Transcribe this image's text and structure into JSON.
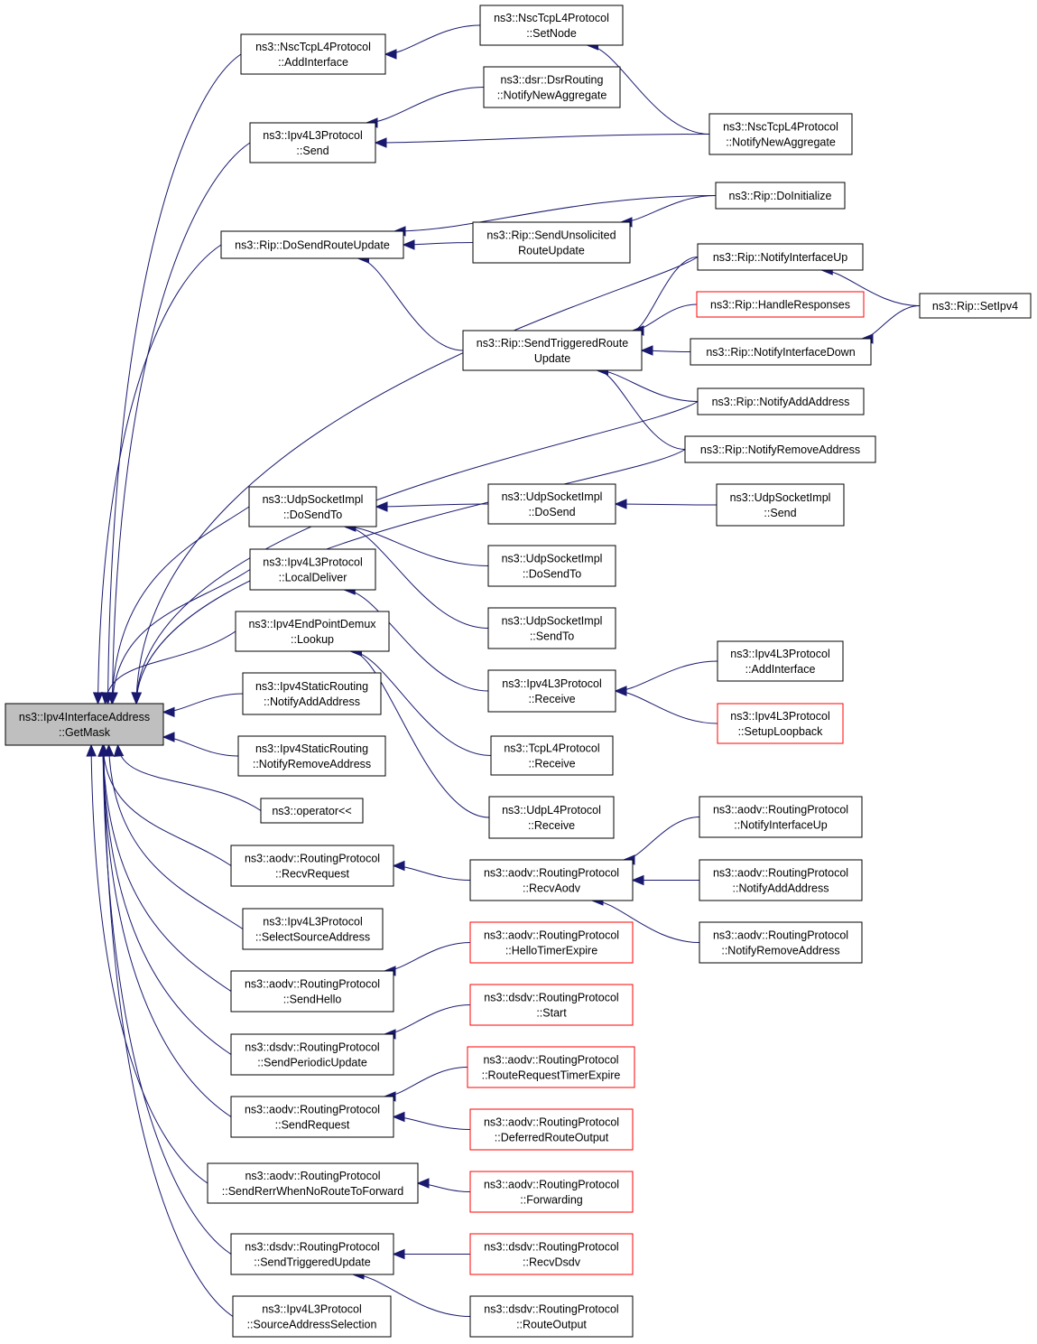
{
  "diagram": {
    "type": "doxygen-caller-graph",
    "colors": {
      "edge": "#191970",
      "root_fill": "#bfbfbf",
      "border": "#000000",
      "truncated_border": "#ff0000"
    },
    "nodes": [
      {
        "id": "getmask",
        "lines": [
          "ns3::Ipv4InterfaceAddress",
          "::GetMask"
        ],
        "style": "root"
      },
      {
        "id": "nsc_addif",
        "lines": [
          "ns3::NscTcpL4Protocol",
          "::AddInterface"
        ]
      },
      {
        "id": "nsc_setnode",
        "lines": [
          "ns3::NscTcpL4Protocol",
          "::SetNode"
        ]
      },
      {
        "id": "dsr_nna",
        "lines": [
          "ns3::dsr::DsrRouting",
          "::NotifyNewAggregate"
        ]
      },
      {
        "id": "nsc_nna",
        "lines": [
          "ns3::NscTcpL4Protocol",
          "::NotifyNewAggregate"
        ]
      },
      {
        "id": "ipv4l3_send",
        "lines": [
          "ns3::Ipv4L3Protocol",
          "::Send"
        ]
      },
      {
        "id": "rip_doinit",
        "lines": [
          "ns3::Rip::DoInitialize"
        ]
      },
      {
        "id": "rip_dsru",
        "lines": [
          "ns3::Rip::DoSendRouteUpdate"
        ]
      },
      {
        "id": "rip_sunsol",
        "lines": [
          "ns3::Rip::SendUnsolicited",
          "RouteUpdate"
        ]
      },
      {
        "id": "rip_niu",
        "lines": [
          "ns3::Rip::NotifyInterfaceUp"
        ]
      },
      {
        "id": "rip_setipv4",
        "lines": [
          "ns3::Rip::SetIpv4"
        ]
      },
      {
        "id": "rip_handle",
        "lines": [
          "ns3::Rip::HandleResponses"
        ],
        "style": "truncated"
      },
      {
        "id": "rip_strig",
        "lines": [
          "ns3::Rip::SendTriggeredRoute",
          "Update"
        ]
      },
      {
        "id": "rip_nid",
        "lines": [
          "ns3::Rip::NotifyInterfaceDown"
        ]
      },
      {
        "id": "rip_naa",
        "lines": [
          "ns3::Rip::NotifyAddAddress"
        ]
      },
      {
        "id": "rip_nra",
        "lines": [
          "ns3::Rip::NotifyRemoveAddress"
        ]
      },
      {
        "id": "udp_dosendto",
        "lines": [
          "ns3::UdpSocketImpl",
          "::DoSendTo"
        ]
      },
      {
        "id": "udp_dosend",
        "lines": [
          "ns3::UdpSocketImpl",
          "::DoSend"
        ]
      },
      {
        "id": "udp_send",
        "lines": [
          "ns3::UdpSocketImpl",
          "::Send"
        ]
      },
      {
        "id": "udp_dosendto2",
        "lines": [
          "ns3::UdpSocketImpl",
          "::DoSendTo"
        ]
      },
      {
        "id": "udp_sendto",
        "lines": [
          "ns3::UdpSocketImpl",
          "::SendTo"
        ]
      },
      {
        "id": "ipv4l3_ld",
        "lines": [
          "ns3::Ipv4L3Protocol",
          "::LocalDeliver"
        ]
      },
      {
        "id": "epd_lookup",
        "lines": [
          "ns3::Ipv4EndPointDemux",
          "::Lookup"
        ]
      },
      {
        "id": "ipv4l3_recv",
        "lines": [
          "ns3::Ipv4L3Protocol",
          "::Receive"
        ]
      },
      {
        "id": "ipv4l3_addif",
        "lines": [
          "ns3::Ipv4L3Protocol",
          "::AddInterface"
        ]
      },
      {
        "id": "ipv4l3_setlo",
        "lines": [
          "ns3::Ipv4L3Protocol",
          "::SetupLoopback"
        ],
        "style": "truncated"
      },
      {
        "id": "sr_naa",
        "lines": [
          "ns3::Ipv4StaticRouting",
          "::NotifyAddAddress"
        ]
      },
      {
        "id": "sr_nra",
        "lines": [
          "ns3::Ipv4StaticRouting",
          "::NotifyRemoveAddress"
        ]
      },
      {
        "id": "tcp_recv",
        "lines": [
          "ns3::TcpL4Protocol",
          "::Receive"
        ]
      },
      {
        "id": "op",
        "lines": [
          "ns3::operator<<"
        ]
      },
      {
        "id": "udpl4_recv",
        "lines": [
          "ns3::UdpL4Protocol",
          "::Receive"
        ]
      },
      {
        "id": "aodv_niu",
        "lines": [
          "ns3::aodv::RoutingProtocol",
          "::NotifyInterfaceUp"
        ]
      },
      {
        "id": "aodv_recvreq",
        "lines": [
          "ns3::aodv::RoutingProtocol",
          "::RecvRequest"
        ]
      },
      {
        "id": "aodv_recvaodv",
        "lines": [
          "ns3::aodv::RoutingProtocol",
          "::RecvAodv"
        ]
      },
      {
        "id": "aodv_naa",
        "lines": [
          "ns3::aodv::RoutingProtocol",
          "::NotifyAddAddress"
        ]
      },
      {
        "id": "ipv4l3_ssa",
        "lines": [
          "ns3::Ipv4L3Protocol",
          "::SelectSourceAddress"
        ]
      },
      {
        "id": "aodv_hello_exp",
        "lines": [
          "ns3::aodv::RoutingProtocol",
          "::HelloTimerExpire"
        ],
        "style": "truncated"
      },
      {
        "id": "aodv_nra",
        "lines": [
          "ns3::aodv::RoutingProtocol",
          "::NotifyRemoveAddress"
        ]
      },
      {
        "id": "aodv_sendhello",
        "lines": [
          "ns3::aodv::RoutingProtocol",
          "::SendHello"
        ]
      },
      {
        "id": "dsdv_start",
        "lines": [
          "ns3::dsdv::RoutingProtocol",
          "::Start"
        ],
        "style": "truncated"
      },
      {
        "id": "dsdv_spu",
        "lines": [
          "ns3::dsdv::RoutingProtocol",
          "::SendPeriodicUpdate"
        ]
      },
      {
        "id": "aodv_rrte",
        "lines": [
          "ns3::aodv::RoutingProtocol",
          "::RouteRequestTimerExpire"
        ],
        "style": "truncated"
      },
      {
        "id": "aodv_sendreq",
        "lines": [
          "ns3::aodv::RoutingProtocol",
          "::SendRequest"
        ]
      },
      {
        "id": "aodv_dro",
        "lines": [
          "ns3::aodv::RoutingProtocol",
          "::DeferredRouteOutput"
        ],
        "style": "truncated"
      },
      {
        "id": "aodv_serr",
        "lines": [
          "ns3::aodv::RoutingProtocol",
          "::SendRerrWhenNoRouteToForward"
        ]
      },
      {
        "id": "aodv_fwd",
        "lines": [
          "ns3::aodv::RoutingProtocol",
          "::Forwarding"
        ],
        "style": "truncated"
      },
      {
        "id": "dsdv_stu",
        "lines": [
          "ns3::dsdv::RoutingProtocol",
          "::SendTriggeredUpdate"
        ]
      },
      {
        "id": "dsdv_recv",
        "lines": [
          "ns3::dsdv::RoutingProtocol",
          "::RecvDsdv"
        ],
        "style": "truncated"
      },
      {
        "id": "ipv4l3_sas",
        "lines": [
          "ns3::Ipv4L3Protocol",
          "::SourceAddressSelection"
        ]
      },
      {
        "id": "dsdv_ro",
        "lines": [
          "ns3::dsdv::RoutingProtocol",
          "::RouteOutput"
        ]
      }
    ],
    "edges": [
      [
        "nsc_addif",
        "getmask"
      ],
      [
        "ipv4l3_send",
        "getmask"
      ],
      [
        "rip_dsru",
        "getmask"
      ],
      [
        "rip_niu",
        "getmask"
      ],
      [
        "rip_naa",
        "getmask"
      ],
      [
        "rip_nra",
        "getmask"
      ],
      [
        "udp_dosendto",
        "getmask"
      ],
      [
        "ipv4l3_ld",
        "getmask"
      ],
      [
        "epd_lookup",
        "getmask"
      ],
      [
        "sr_naa",
        "getmask"
      ],
      [
        "sr_nra",
        "getmask"
      ],
      [
        "op",
        "getmask"
      ],
      [
        "aodv_recvreq",
        "getmask"
      ],
      [
        "ipv4l3_ssa",
        "getmask"
      ],
      [
        "aodv_sendhello",
        "getmask"
      ],
      [
        "dsdv_spu",
        "getmask"
      ],
      [
        "aodv_sendreq",
        "getmask"
      ],
      [
        "aodv_serr",
        "getmask"
      ],
      [
        "dsdv_stu",
        "getmask"
      ],
      [
        "ipv4l3_sas",
        "getmask"
      ],
      [
        "nsc_setnode",
        "nsc_addif"
      ],
      [
        "nsc_nna",
        "nsc_setnode"
      ],
      [
        "dsr_nna",
        "ipv4l3_send"
      ],
      [
        "nsc_nna",
        "ipv4l3_send"
      ],
      [
        "rip_doinit",
        "rip_dsru"
      ],
      [
        "rip_sunsol",
        "rip_dsru"
      ],
      [
        "rip_strig",
        "rip_dsru"
      ],
      [
        "rip_doinit",
        "rip_sunsol"
      ],
      [
        "rip_niu",
        "rip_strig"
      ],
      [
        "rip_handle",
        "rip_strig"
      ],
      [
        "rip_nid",
        "rip_strig"
      ],
      [
        "rip_naa",
        "rip_strig"
      ],
      [
        "rip_nra",
        "rip_strig"
      ],
      [
        "rip_setipv4",
        "rip_niu"
      ],
      [
        "rip_setipv4",
        "rip_nid"
      ],
      [
        "udp_dosend",
        "udp_dosendto"
      ],
      [
        "udp_dosendto2",
        "udp_dosendto"
      ],
      [
        "udp_sendto",
        "udp_dosendto"
      ],
      [
        "udp_send",
        "udp_dosend"
      ],
      [
        "ipv4l3_recv",
        "ipv4l3_ld"
      ],
      [
        "ipv4l3_addif",
        "ipv4l3_recv"
      ],
      [
        "ipv4l3_setlo",
        "ipv4l3_recv"
      ],
      [
        "tcp_recv",
        "epd_lookup"
      ],
      [
        "udpl4_recv",
        "epd_lookup"
      ],
      [
        "aodv_recvaodv",
        "aodv_recvreq"
      ],
      [
        "aodv_niu",
        "aodv_recvaodv"
      ],
      [
        "aodv_naa",
        "aodv_recvaodv"
      ],
      [
        "aodv_nra",
        "aodv_recvaodv"
      ],
      [
        "aodv_hello_exp",
        "aodv_sendhello"
      ],
      [
        "dsdv_start",
        "dsdv_spu"
      ],
      [
        "aodv_rrte",
        "aodv_sendreq"
      ],
      [
        "aodv_dro",
        "aodv_sendreq"
      ],
      [
        "aodv_fwd",
        "aodv_serr"
      ],
      [
        "dsdv_recv",
        "dsdv_stu"
      ],
      [
        "dsdv_ro",
        "dsdv_stu"
      ]
    ]
  }
}
